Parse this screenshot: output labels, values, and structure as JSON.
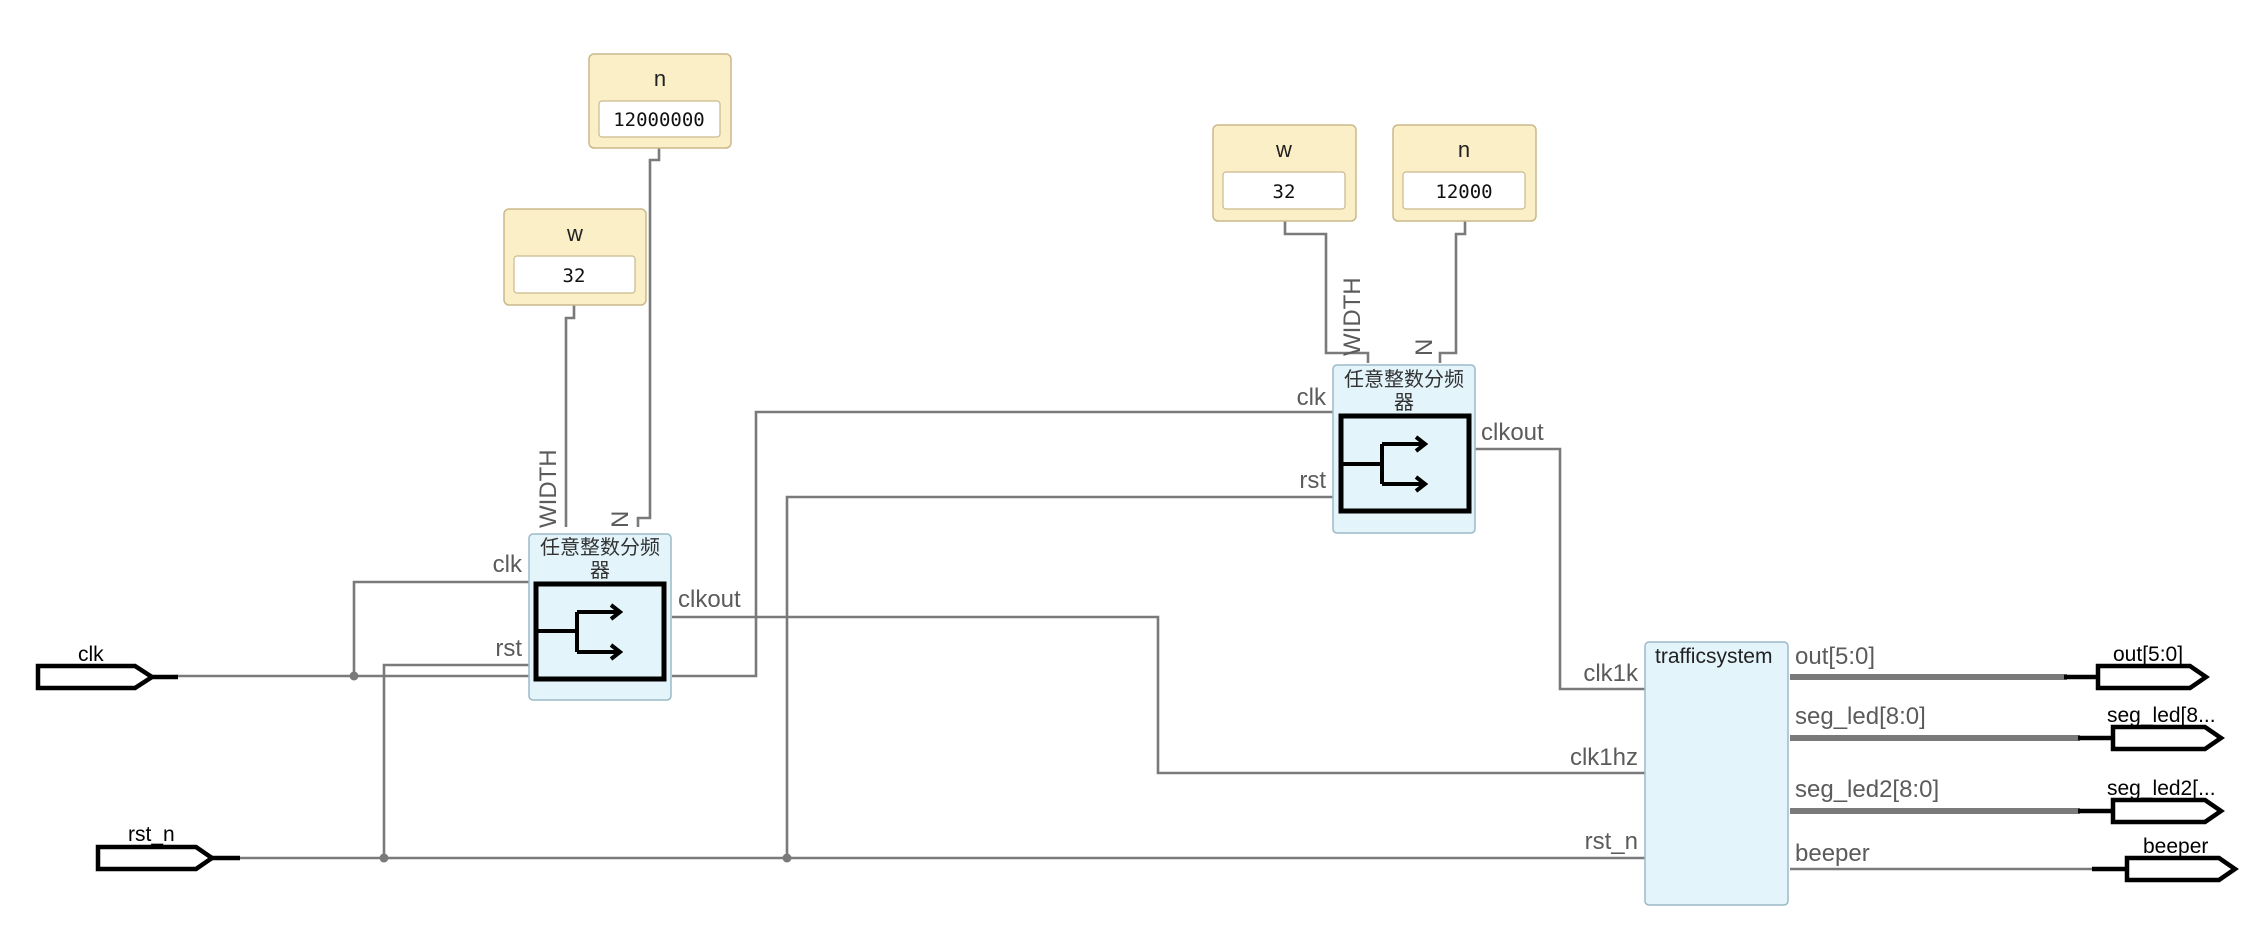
{
  "inputs": {
    "clk": "clk",
    "rst_n": "rst_n"
  },
  "outputs": {
    "out": "out[5:0]",
    "seg_led": "seg_led[8...",
    "seg_led2": "seg_led2[...",
    "beeper": "beeper"
  },
  "constants": {
    "n1": {
      "title": "n",
      "value": "12000000"
    },
    "w1": {
      "title": "w",
      "value": "32"
    },
    "w2": {
      "title": "w",
      "value": "32"
    },
    "n2": {
      "title": "n",
      "value": "12000"
    }
  },
  "divider1": {
    "title_line1": "任意整数分频",
    "title_line2": "器",
    "param_width": "WIDTH",
    "param_n": "N",
    "pin_clk": "clk",
    "pin_rst": "rst",
    "pin_clkout": "clkout",
    "icon": "clock-divider-icon"
  },
  "divider2": {
    "title_line1": "任意整数分频",
    "title_line2": "器",
    "param_width": "WIDTH",
    "param_n": "N",
    "pin_clk": "clk",
    "pin_rst": "rst",
    "pin_clkout": "clkout",
    "icon": "clock-divider-icon"
  },
  "trafficsystem": {
    "title": "trafficsystem",
    "pin_clk1k": "clk1k",
    "pin_clk1hz": "clk1hz",
    "pin_rst_n": "rst_n",
    "pin_out": "out[5:0]",
    "pin_seg_led": "seg_led[8:0]",
    "pin_seg_led2": "seg_led2[8:0]",
    "pin_beeper": "beeper"
  }
}
